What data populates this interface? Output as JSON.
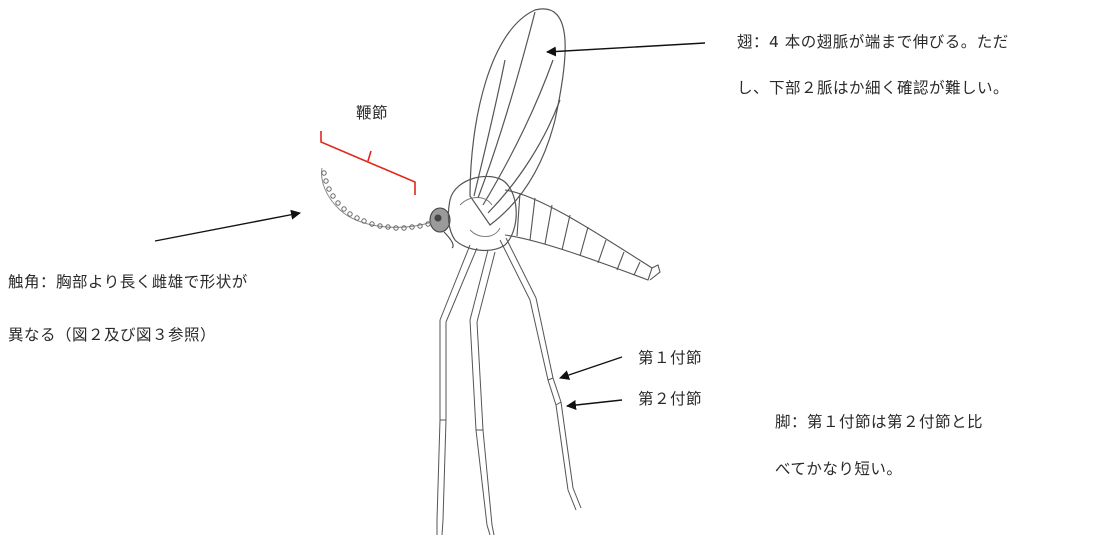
{
  "labels": {
    "flagellomere": "鞭節",
    "antenna_line1": "触角：胸部より長く雌雄で形状が",
    "antenna_line2": "異なる（図２及び図３参照）",
    "wing_line1": "翅：4 本の翅脈が端まで伸びる。ただ",
    "wing_line2": "し、下部２脈はか細く確認が難しい。",
    "tarsus1": "第１付節",
    "tarsus2": "第２付節",
    "leg_line1": "脚：第１付節は第２付節と比",
    "leg_line2": "べてかなり短い。"
  },
  "colors": {
    "bracket": "#e0281c",
    "ink": "#2a2a2a",
    "sketch": "#555555"
  }
}
